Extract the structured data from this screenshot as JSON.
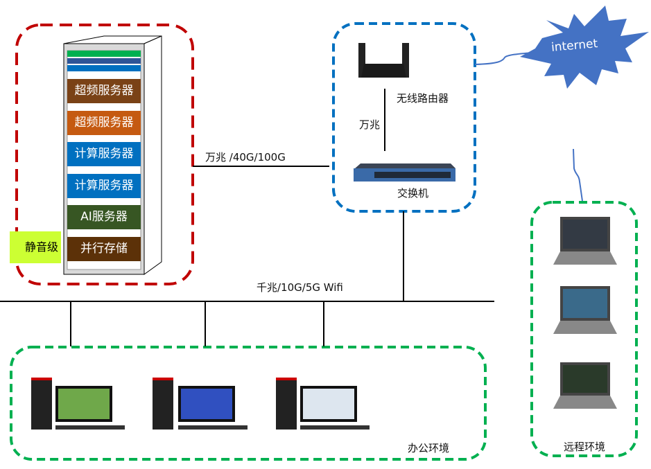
{
  "rack": {
    "segments": [
      {
        "label": "超频服务器",
        "color": "#7a4216"
      },
      {
        "label": "超频服务器",
        "color": "#c55a11"
      },
      {
        "label": "计算服务器",
        "color": "#0070c0"
      },
      {
        "label": "计算服务器",
        "color": "#0070c0"
      },
      {
        "label": "AI服务器",
        "color": "#375623"
      },
      {
        "label": "并行存储",
        "color": "#5c3108"
      }
    ],
    "badge": "静音级"
  },
  "links": {
    "rack_to_switch": "万兆 /40G/100G",
    "router_to_switch": "万兆",
    "lan": "千兆/10G/5G Wifi"
  },
  "network": {
    "router": "无线路由器",
    "switch": "交换机",
    "internet": "internet"
  },
  "zones": {
    "office": "办公环境",
    "remote": "远程环境"
  },
  "colors": {
    "rack_zone": "#c00000",
    "network_zone": "#0070c0",
    "office_zone": "#00b050",
    "internet": "#4472c4"
  }
}
